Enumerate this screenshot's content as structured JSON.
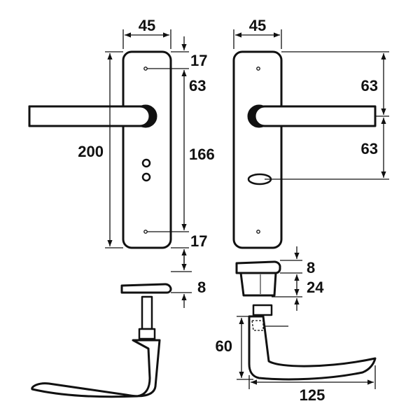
{
  "drawing": {
    "left_view": {
      "plate_width": "45",
      "top_offset": "17",
      "screw_to_lever": "63",
      "screw_spacing": "166",
      "total_height": "200",
      "bottom_offset": "17",
      "rosette_thickness": "8"
    },
    "right_view": {
      "plate_width": "45",
      "top_to_lever": "63",
      "lever_to_key": "63",
      "cap_thickness": "8",
      "spindle_height": "24",
      "lever_height": "60",
      "lever_length": "125"
    }
  }
}
